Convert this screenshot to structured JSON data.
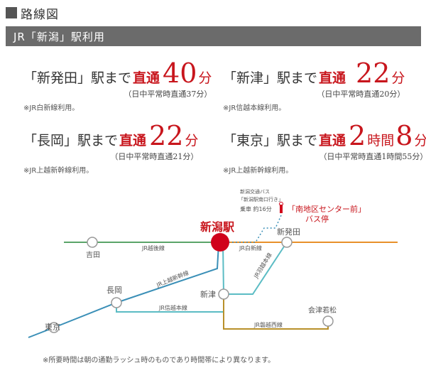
{
  "header": {
    "title": "路線図",
    "subtitle": "JR「新潟」駅利用"
  },
  "routes": [
    {
      "dest": "「新発田」駅まで",
      "direct": "直通",
      "time_parts": [
        {
          "num": "40",
          "unit": "分"
        }
      ],
      "sub": "（日中平常時直通37分）",
      "note": "※JR白新線利用。"
    },
    {
      "dest": "「新津」駅まで",
      "direct": "直通",
      "time_parts": [
        {
          "num": "22",
          "unit": "分"
        }
      ],
      "sub": "（日中平常時直通20分）",
      "note": "※JR信越本線利用。"
    },
    {
      "dest": "「長岡」駅まで",
      "direct": "直通",
      "time_parts": [
        {
          "num": "22",
          "unit": "分"
        }
      ],
      "sub": "（日中平常時直通21分）",
      "note": "※JR上越新幹線利用。"
    },
    {
      "dest": "「東京」駅まで",
      "direct": "直通",
      "time_parts": [
        {
          "num": "2",
          "unit": "時間"
        },
        {
          "num": "8",
          "unit": "分"
        }
      ],
      "sub": "（日中平常時直通1時間55分）",
      "note": "※JR上越新幹線利用。"
    }
  ],
  "map": {
    "stations": {
      "niigata": "新潟駅",
      "yoshida": "吉田",
      "shibata": "新発田",
      "niitsu": "新津",
      "nagaoka": "長岡",
      "tokyo": "東京",
      "aizu": "会津若松"
    },
    "lines": {
      "echigo": "JR越後線",
      "hakushin": "JR白新線",
      "joetsu_shinkansen": "JR上越新幹線",
      "shinetsu": "JR信越本線",
      "uetsu": "JR羽越本線",
      "banetsu": "JR磐越西線"
    },
    "bus": {
      "line1": "新潟交通バス",
      "line2": "「新潟駅南口行き」",
      "ride": "乗車 約16分",
      "stop1": "「南地区センター前」",
      "stop2": "バス停"
    },
    "colors": {
      "echigo": "#5aa469",
      "hakushin": "#e8902a",
      "shinkansen": "#3a8fb7",
      "shinetsu": "#5bbcc4",
      "banetsu": "#b8902a",
      "hub": "#d0021b"
    }
  },
  "footnote": "※所要時間は朝の通勤ラッシュ時のものであり時間帯により異なります。"
}
